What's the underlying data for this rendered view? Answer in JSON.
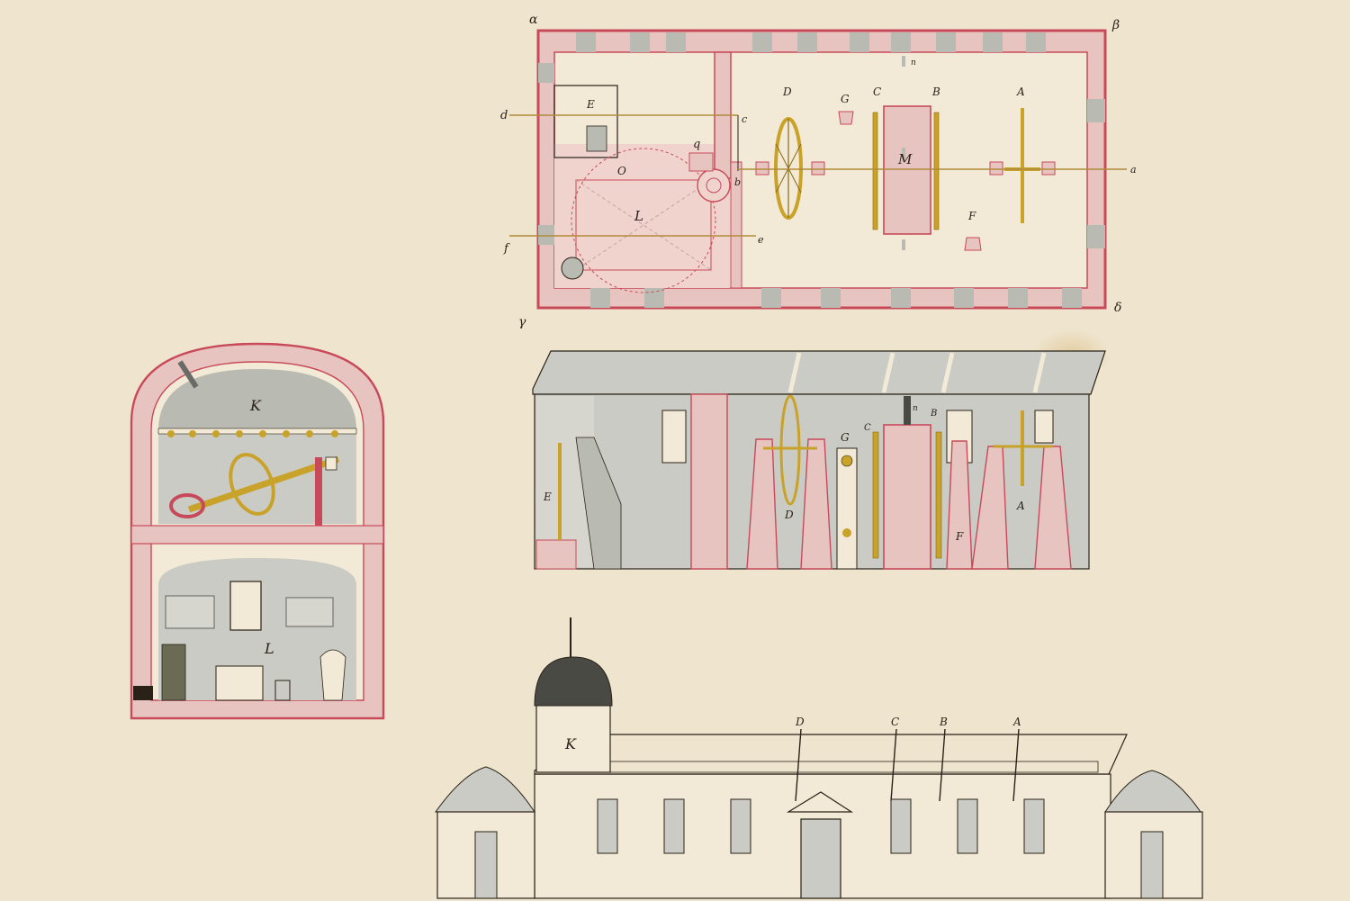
{
  "colors": {
    "paper": "#efe5cf",
    "wall": "#e8c4c0",
    "wall_edge": "#c84a5a",
    "stone": "#b9bab2",
    "interior": "#c9cbc4",
    "ink": "#2a2218",
    "brass": "#c9a22a",
    "brass_dark": "#8a6a10"
  },
  "plan": {
    "corners": {
      "tl": "α",
      "tr": "β",
      "bl": "γ",
      "br": "δ"
    },
    "rooms": {
      "l": "L",
      "m": "M",
      "e": "E",
      "o": "O",
      "q": "q"
    },
    "instruments": {
      "a": "A",
      "b": "B",
      "c": "C",
      "d": "D",
      "f": "F",
      "g": "G"
    },
    "section_lines": {
      "a": "a",
      "b": "b",
      "c": "c",
      "d": "d",
      "e": "e",
      "f": "f",
      "n": "n"
    }
  },
  "section_long": {
    "labels": {
      "e": "E",
      "d": "D",
      "g": "G",
      "c": "C",
      "b": "B",
      "n": "n",
      "f": "F",
      "a": "A"
    }
  },
  "section_cross": {
    "labels": {
      "k": "K",
      "l": "L"
    }
  },
  "elevation": {
    "labels": {
      "k": "K",
      "d": "D",
      "c": "C",
      "b": "B",
      "a": "A"
    }
  }
}
